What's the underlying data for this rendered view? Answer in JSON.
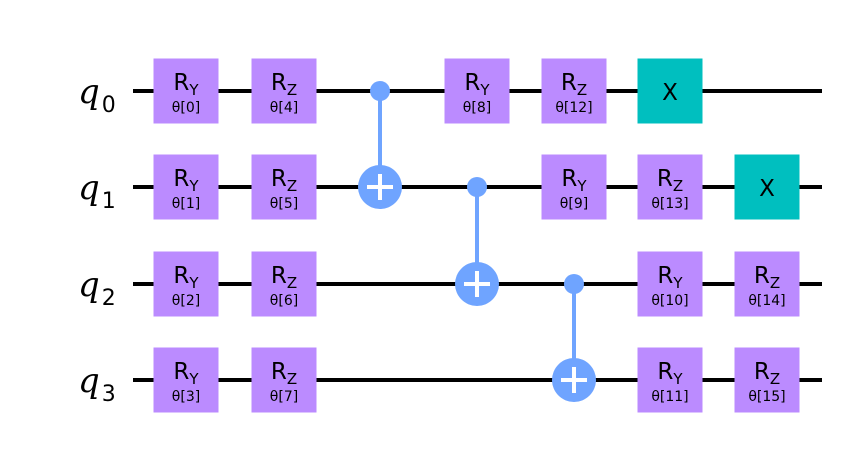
{
  "colors": {
    "rotation_gate": "#bb8bff",
    "x_gate": "#00bfbf",
    "cnot": "#6fa4ff",
    "wire": "#000000"
  },
  "qubits": [
    {
      "base": "q",
      "sub": "0"
    },
    {
      "base": "q",
      "sub": "1"
    },
    {
      "base": "q",
      "sub": "2"
    },
    {
      "base": "q",
      "sub": "3"
    }
  ],
  "gates": [
    {
      "kind": "rot",
      "qubit": 0,
      "col": 0,
      "base": "R",
      "sub": "Y",
      "param": "θ[0]"
    },
    {
      "kind": "rot",
      "qubit": 1,
      "col": 0,
      "base": "R",
      "sub": "Y",
      "param": "θ[1]"
    },
    {
      "kind": "rot",
      "qubit": 2,
      "col": 0,
      "base": "R",
      "sub": "Y",
      "param": "θ[2]"
    },
    {
      "kind": "rot",
      "qubit": 3,
      "col": 0,
      "base": "R",
      "sub": "Y",
      "param": "θ[3]"
    },
    {
      "kind": "rot",
      "qubit": 0,
      "col": 1,
      "base": "R",
      "sub": "Z",
      "param": "θ[4]"
    },
    {
      "kind": "rot",
      "qubit": 1,
      "col": 1,
      "base": "R",
      "sub": "Z",
      "param": "θ[5]"
    },
    {
      "kind": "rot",
      "qubit": 2,
      "col": 1,
      "base": "R",
      "sub": "Z",
      "param": "θ[6]"
    },
    {
      "kind": "rot",
      "qubit": 3,
      "col": 1,
      "base": "R",
      "sub": "Z",
      "param": "θ[7]"
    },
    {
      "kind": "cnot",
      "control": 0,
      "target": 1,
      "col": 2
    },
    {
      "kind": "cnot",
      "control": 1,
      "target": 2,
      "col": 3
    },
    {
      "kind": "cnot",
      "control": 2,
      "target": 3,
      "col": 4
    },
    {
      "kind": "rot",
      "qubit": 0,
      "col": 3,
      "base": "R",
      "sub": "Y",
      "param": "θ[8]"
    },
    {
      "kind": "rot",
      "qubit": 0,
      "col": 4,
      "base": "R",
      "sub": "Z",
      "param": "θ[12]"
    },
    {
      "kind": "x",
      "qubit": 0,
      "col": 5,
      "label": "X"
    },
    {
      "kind": "rot",
      "qubit": 1,
      "col": 4,
      "base": "R",
      "sub": "Y",
      "param": "θ[9]"
    },
    {
      "kind": "rot",
      "qubit": 1,
      "col": 5,
      "base": "R",
      "sub": "Z",
      "param": "θ[13]"
    },
    {
      "kind": "x",
      "qubit": 1,
      "col": 6,
      "label": "X"
    },
    {
      "kind": "rot",
      "qubit": 2,
      "col": 5,
      "base": "R",
      "sub": "Y",
      "param": "θ[10]"
    },
    {
      "kind": "rot",
      "qubit": 2,
      "col": 6,
      "base": "R",
      "sub": "Z",
      "param": "θ[14]"
    },
    {
      "kind": "rot",
      "qubit": 3,
      "col": 5,
      "base": "R",
      "sub": "Y",
      "param": "θ[11]"
    },
    {
      "kind": "rot",
      "qubit": 3,
      "col": 6,
      "base": "R",
      "sub": "Z",
      "param": "θ[15]"
    }
  ]
}
